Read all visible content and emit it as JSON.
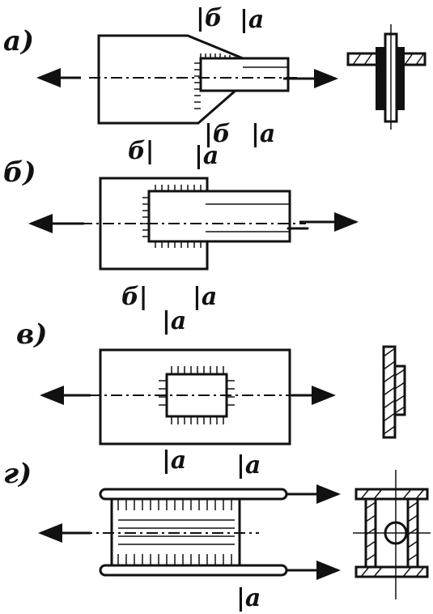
{
  "variants": {
    "a": {
      "label": "а)",
      "section_top_b": "|б",
      "section_top_a": "|а",
      "section_bottom_b": "|б",
      "section_bottom_a": "|а"
    },
    "b": {
      "label": "б)",
      "section_top_b": "б|",
      "section_top_a": "|а",
      "section_bottom_b": "б|",
      "section_bottom_a": "|а"
    },
    "v": {
      "label": "в)",
      "section_top_a": "|а"
    },
    "g": {
      "label": "г)",
      "section_top_left_a": "|а",
      "section_top_right_a": "|а",
      "section_bottom_a": "|а"
    }
  }
}
